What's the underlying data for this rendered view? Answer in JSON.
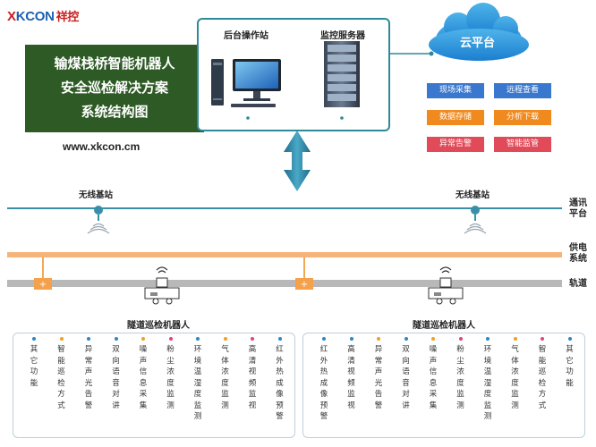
{
  "logo": {
    "x": "X",
    "brand": "KCON",
    "cn": "祥控"
  },
  "title": {
    "line1": "输煤栈桥智能机器人",
    "line2": "安全巡检解决方案",
    "line3": "系统结构图"
  },
  "website": "www.xkcon.cm",
  "servers": {
    "backend": "后台操作站",
    "monitor": "监控服务器"
  },
  "cloud": {
    "label": "云平台"
  },
  "features": [
    {
      "label": "现场采集",
      "color": "#3a78cf"
    },
    {
      "label": "远程查看",
      "color": "#3a78cf"
    },
    {
      "label": "数据存储",
      "color": "#f08a1e"
    },
    {
      "label": "分析下载",
      "color": "#f08a1e"
    },
    {
      "label": "异常告警",
      "color": "#e14a58"
    },
    {
      "label": "智能监管",
      "color": "#e14a58"
    }
  ],
  "stations": {
    "left": "无线基站",
    "right": "无线基站"
  },
  "lines": {
    "comm": "通讯平台",
    "power": "供电系统",
    "track": "轨道"
  },
  "robots": {
    "left": "隧道巡检机器人",
    "right": "隧道巡检机器人"
  },
  "left_functions": [
    {
      "text": "其它功能",
      "color": "#2b86c8"
    },
    {
      "text": "智能巡检方式",
      "color": "#f0a020"
    },
    {
      "text": "异常声光告警",
      "color": "#2b86c8"
    },
    {
      "text": "双向语音对讲",
      "color": "#2b86c8"
    },
    {
      "text": "噪声信息采集",
      "color": "#f0a020"
    },
    {
      "text": "粉尘浓度监测",
      "color": "#e0447a"
    },
    {
      "text": "环境温湿度监测",
      "color": "#2b86c8"
    },
    {
      "text": "气体浓度监测",
      "color": "#f0a020"
    },
    {
      "text": "高清视频监视",
      "color": "#e0447a"
    },
    {
      "text": "红外热成像预警",
      "color": "#2b86c8"
    }
  ],
  "right_functions": [
    {
      "text": "红外热成像预警",
      "color": "#2b86c8"
    },
    {
      "text": "高清视频监视",
      "color": "#2b86c8"
    },
    {
      "text": "异常声光告警",
      "color": "#f0a020"
    },
    {
      "text": "双向语音对讲",
      "color": "#2b86c8"
    },
    {
      "text": "噪声信息采集",
      "color": "#f0a020"
    },
    {
      "text": "粉尘浓度监测",
      "color": "#e0447a"
    },
    {
      "text": "环境温湿度监测",
      "color": "#2b86c8"
    },
    {
      "text": "气体浓度监测",
      "color": "#f0a020"
    },
    {
      "text": "智能巡检方式",
      "color": "#e0447a"
    },
    {
      "text": "其它功能",
      "color": "#2b86c8"
    }
  ]
}
